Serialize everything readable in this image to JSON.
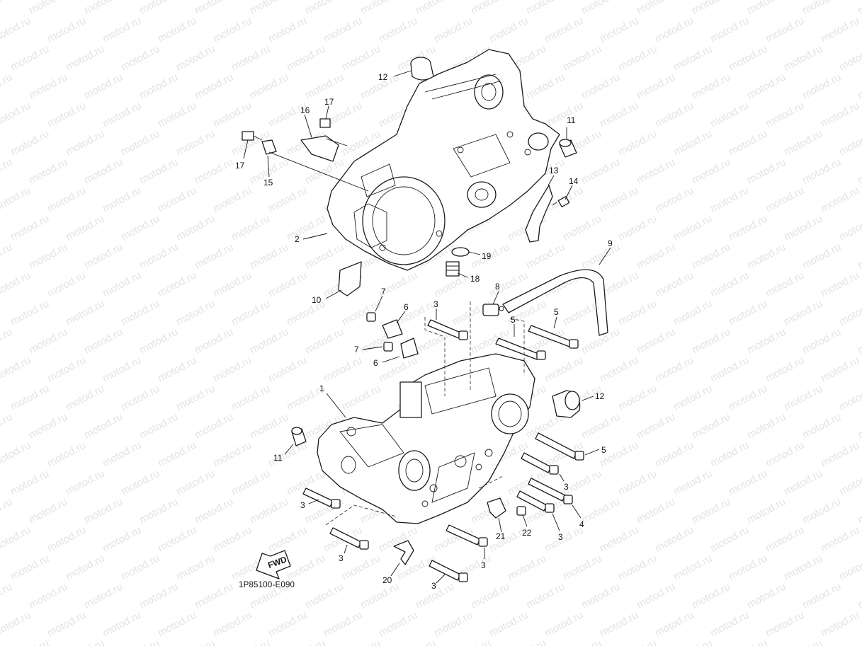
{
  "watermark": "motod.ru",
  "diagram_code": "1P85100-E090",
  "fwd_label": "FWD",
  "callouts": [
    {
      "num": "1"
    },
    {
      "num": "2"
    },
    {
      "num": "3"
    },
    {
      "num": "4"
    },
    {
      "num": "5"
    },
    {
      "num": "6"
    },
    {
      "num": "7"
    },
    {
      "num": "8"
    },
    {
      "num": "9"
    },
    {
      "num": "10"
    },
    {
      "num": "11"
    },
    {
      "num": "12"
    },
    {
      "num": "13"
    },
    {
      "num": "14"
    },
    {
      "num": "15"
    },
    {
      "num": "16"
    },
    {
      "num": "17"
    },
    {
      "num": "18"
    },
    {
      "num": "19"
    },
    {
      "num": "20"
    },
    {
      "num": "21"
    },
    {
      "num": "22"
    }
  ]
}
